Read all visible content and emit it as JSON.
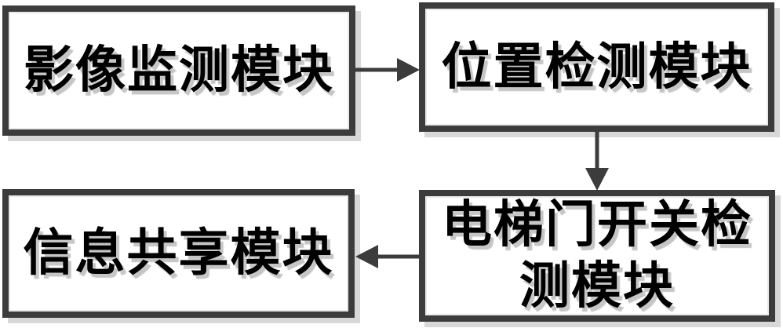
{
  "diagram": {
    "title": "Elevator monitoring module block diagram",
    "colors": {
      "background": "#ffffff",
      "node_border": "#3c3c3c",
      "node_fill": "#ffffff",
      "arrow": "#3c3c3c",
      "drop_shadow": "#d8d8d8",
      "text": "#000000",
      "text_shadow": "#c6c6c6"
    },
    "nodes": [
      {
        "id": "image-monitoring-module",
        "label": "影像监测模块",
        "lines": [
          "影像监测模块"
        ]
      },
      {
        "id": "position-detection-module",
        "label": "位置检测模块",
        "lines": [
          "位置检测模块"
        ]
      },
      {
        "id": "elevator-door-switch-detection-module",
        "label": "电梯门开关检测模块",
        "lines": [
          "电梯门开关检",
          "测模块"
        ]
      },
      {
        "id": "information-sharing-module",
        "label": "信息共享模块",
        "lines": [
          "信息共享模块"
        ]
      }
    ],
    "edges": [
      {
        "from": "image-monitoring-module",
        "to": "position-detection-module",
        "direction": "right"
      },
      {
        "from": "position-detection-module",
        "to": "elevator-door-switch-detection-module",
        "direction": "down"
      },
      {
        "from": "elevator-door-switch-detection-module",
        "to": "information-sharing-module",
        "direction": "left"
      }
    ]
  }
}
